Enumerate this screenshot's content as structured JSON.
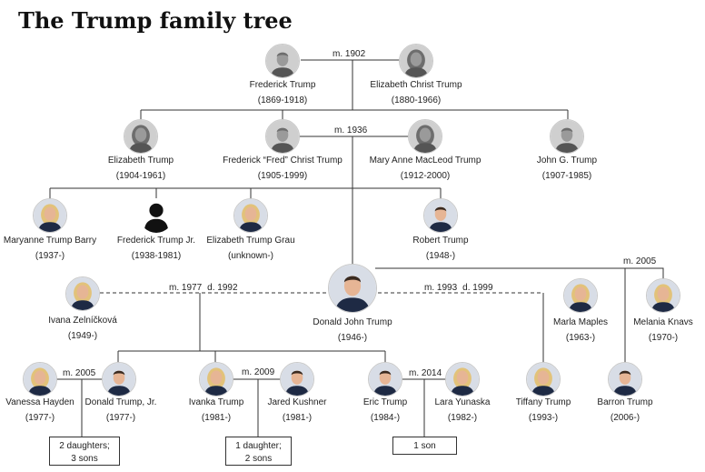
{
  "title": "The Trump family tree",
  "people": {
    "frederick_sr": {
      "name": "Frederick Trump",
      "years": "(1869-1918)",
      "photo": "bw-portrait-man"
    },
    "elizabeth_c": {
      "name": "Elizabeth Christ Trump",
      "years": "(1880-1966)",
      "photo": "bw-portrait-woman"
    },
    "elizabeth_t": {
      "name": "Elizabeth Trump",
      "years": "(1904-1961)",
      "photo": "bw-portrait-woman"
    },
    "fred": {
      "name": "Frederick “Fred” Christ Trump",
      "years": "(1905-1999)",
      "photo": "bw-portrait-man"
    },
    "mary_anne": {
      "name": "Mary Anne MacLeod Trump",
      "years": "(1912-2000)",
      "photo": "bw-portrait-woman"
    },
    "john_g": {
      "name": "John G. Trump",
      "years": "(1907-1985)",
      "photo": "bw-portrait-man"
    },
    "maryanne": {
      "name": "Maryanne Trump Barry",
      "years": "(1937-)",
      "photo": "color-portrait-woman"
    },
    "fred_jr": {
      "name": "Frederick Trump Jr.",
      "years": "(1938-1981)",
      "photo": "silhouette-icon"
    },
    "elizabeth_g": {
      "name": "Elizabeth Trump Grau",
      "years": "(unknown-)",
      "photo": "color-portrait-woman"
    },
    "robert": {
      "name": "Robert Trump",
      "years": "(1948-)",
      "photo": "color-portrait-man"
    },
    "donald": {
      "name": "Donald John Trump",
      "years": "(1946-)",
      "photo": "color-portrait-man"
    },
    "ivana": {
      "name": "Ivana Zelníčková",
      "years": "(1949-)",
      "photo": "color-portrait-woman"
    },
    "marla": {
      "name": "Marla Maples",
      "years": "(1963-)",
      "photo": "color-portrait-woman"
    },
    "melania": {
      "name": "Melania Knavs",
      "years": "(1970-)",
      "photo": "color-portrait-woman"
    },
    "vanessa": {
      "name": "Vanessa Hayden",
      "years": "(1977-)",
      "photo": "color-portrait-woman"
    },
    "don_jr": {
      "name": "Donald Trump, Jr.",
      "years": "(1977-)",
      "photo": "color-portrait-man"
    },
    "ivanka": {
      "name": "Ivanka Trump",
      "years": "(1981-)",
      "photo": "color-portrait-woman"
    },
    "jared": {
      "name": "Jared Kushner",
      "years": "(1981-)",
      "photo": "color-portrait-man"
    },
    "eric": {
      "name": "Eric Trump",
      "years": "(1984-)",
      "photo": "color-portrait-man"
    },
    "lara": {
      "name": "Lara Yunaska",
      "years": "(1982-)",
      "photo": "color-portrait-woman"
    },
    "tiffany": {
      "name": "Tiffany Trump",
      "years": "(1993-)",
      "photo": "color-portrait-woman"
    },
    "barron": {
      "name": "Barron Trump",
      "years": "(2006-)",
      "photo": "color-portrait-boy"
    }
  },
  "marriages": {
    "m1902": {
      "married": "m. 1902"
    },
    "m1936": {
      "married": "m. 1936"
    },
    "ivana": {
      "married": "m. 1977",
      "divorced": "d. 1992"
    },
    "marla": {
      "married": "m. 1993",
      "divorced": "d. 1999"
    },
    "melania": {
      "married": "m. 2005"
    },
    "don_jr": {
      "married": "m. 2005"
    },
    "ivanka": {
      "married": "m. 2009"
    },
    "eric": {
      "married": "m. 2014"
    }
  },
  "children_boxes": {
    "don_jr": {
      "line1": "2 daughters;",
      "line2": "3 sons"
    },
    "ivanka": {
      "line1": "1 daughter;",
      "line2": "2 sons"
    },
    "eric": {
      "line1": "1 son"
    }
  },
  "colors": {
    "line": "#333333",
    "photo_bw_bg": "#cfcfcf",
    "photo_bw_face": "#9a9a9a",
    "photo_color_bg": "#d8dde6",
    "skin": "#e6b595",
    "hair_blonde": "#e2c27a",
    "hair_dark": "#3a2a20",
    "hair_red": "#d2824f",
    "suit_dark": "#1e2a44",
    "silhouette": "#111111"
  }
}
